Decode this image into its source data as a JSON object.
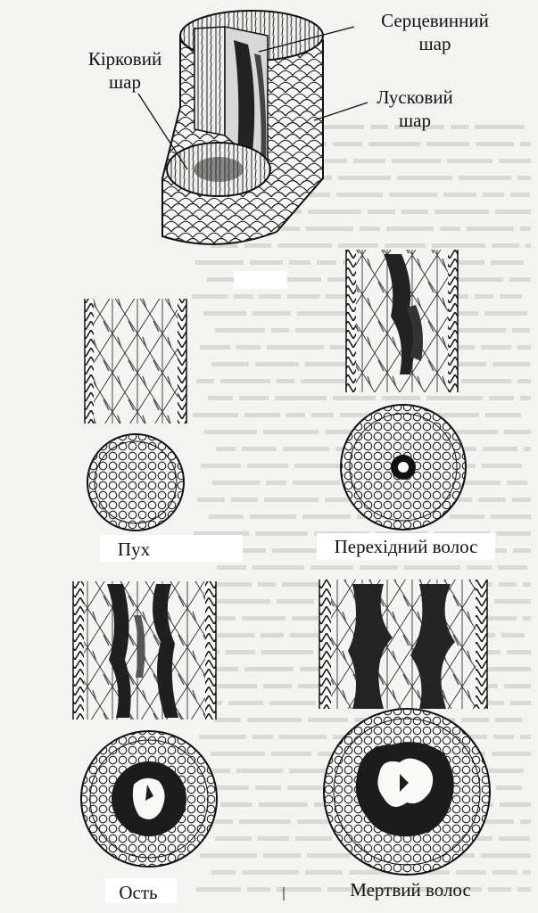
{
  "colors": {
    "background": "#f3f3f1",
    "ink": "#1a1a1a",
    "dark_medulla": "#2a2a2a"
  },
  "labels": {
    "medulla_line1": "Серцевинний",
    "medulla_line2": "шар",
    "cortex_line1": "Кірковий",
    "cortex_line2": "шар",
    "cuticle_line1": "Лусковий",
    "cuticle_line2": "шар",
    "down": "Пух",
    "transitional": "Перехідний волос",
    "guard": "Ость",
    "dead": "Мертвий волос"
  }
}
